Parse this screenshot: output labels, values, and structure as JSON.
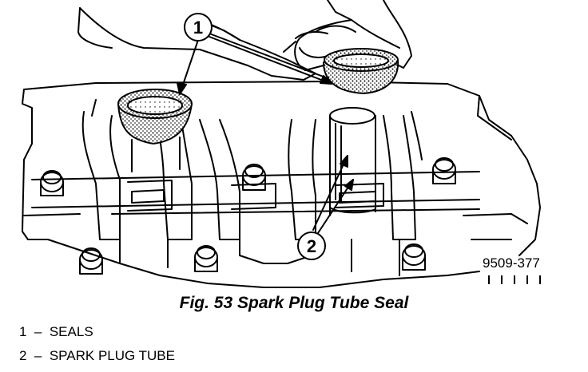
{
  "figure": {
    "callouts": [
      "1",
      "2"
    ],
    "reference_code": "9509-377"
  },
  "caption": "Fig. 53 Spark Plug Tube Seal",
  "legend": [
    {
      "number": "1",
      "separator": "–",
      "label": "SEALS"
    },
    {
      "number": "2",
      "separator": "–",
      "label": "SPARK PLUG TUBE"
    }
  ]
}
